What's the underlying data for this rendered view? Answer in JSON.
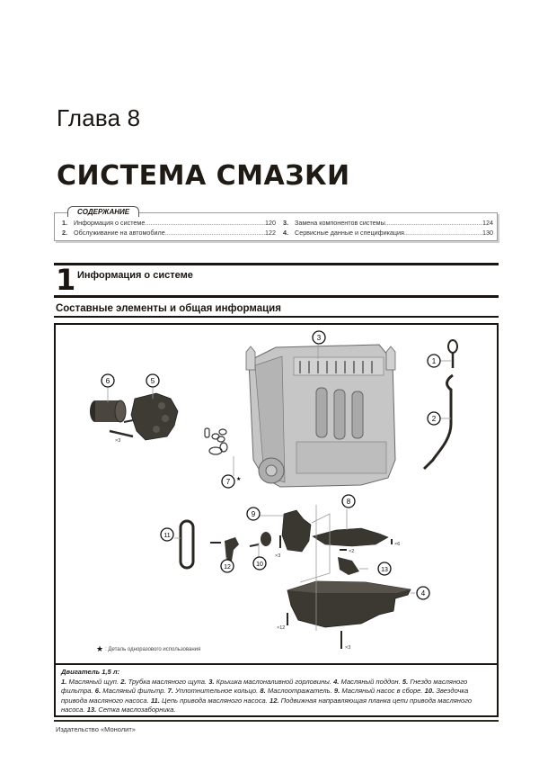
{
  "chapter": {
    "label": "Глава 8",
    "title": "СИСТЕМА СМАЗКИ"
  },
  "toc": {
    "heading": "СОДЕРЖАНИЕ",
    "items": [
      {
        "num": "1.",
        "text": "Информация о системе",
        "page": "120"
      },
      {
        "num": "2.",
        "text": "Обслуживание на автомобиле",
        "page": "122"
      },
      {
        "num": "3.",
        "text": "Замена компонентов системы",
        "page": "124"
      },
      {
        "num": "4.",
        "text": "Сервисные данные и спецификация",
        "page": "130"
      }
    ]
  },
  "section": {
    "number": "1",
    "title": "Информация о системе",
    "subsection": "Составные элементы и общая информация"
  },
  "figure": {
    "callouts": [
      "1",
      "2",
      "3",
      "4",
      "5",
      "6",
      "7",
      "8",
      "9",
      "10",
      "11",
      "12",
      "13"
    ],
    "quantities": [
      "×3",
      "×3",
      "×2",
      "×6",
      "×12",
      "×3"
    ],
    "note_star": "★",
    "note_text": ": Деталь одноразового использования",
    "colors": {
      "part_dark": "#3c3832",
      "part_gray": "#c9c9c9",
      "outline": "#1a1510"
    }
  },
  "caption": {
    "heading": "Двигатель 1,5 л:",
    "items": [
      {
        "num": "1.",
        "text": "Масляный щуп."
      },
      {
        "num": "2.",
        "text": "Трубка масляного щупа."
      },
      {
        "num": "3.",
        "text": "Крышка маслоналивной горловины."
      },
      {
        "num": "4.",
        "text": "Масляный поддон."
      },
      {
        "num": "5.",
        "text": "Гнездо масляного фильтра."
      },
      {
        "num": "6.",
        "text": "Масляный фильтр."
      },
      {
        "num": "7.",
        "text": "Уплотнительное кольцо."
      },
      {
        "num": "8.",
        "text": "Маслоотражатель."
      },
      {
        "num": "9.",
        "text": "Масляный насос в сборе."
      },
      {
        "num": "10.",
        "text": "Звездочка привода масляного насоса."
      },
      {
        "num": "11.",
        "text": "Цепь привода масляного насоса."
      },
      {
        "num": "12.",
        "text": "Подвижная направляющая планка цепи привода масляного насоса."
      },
      {
        "num": "13.",
        "text": "Сетка маслозаборника."
      }
    ]
  },
  "footer": {
    "publisher": "Издательство «Монолит»"
  }
}
